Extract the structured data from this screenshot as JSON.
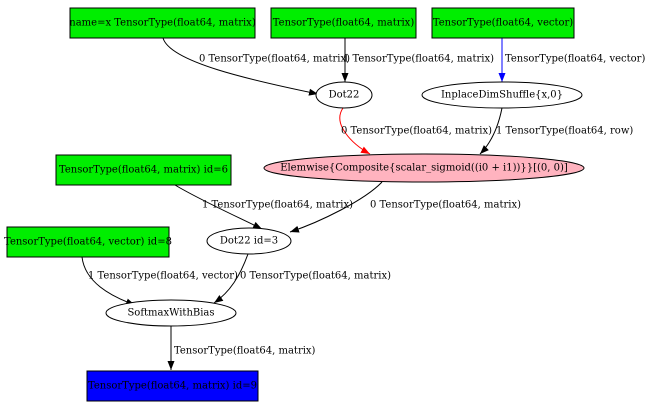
{
  "colors": {
    "input_fill": "#00ee00",
    "output_fill": "#0000ff",
    "apply_fill": "#ffffff",
    "highlight_fill": "#ffb3bf",
    "stroke": "#000000",
    "edge_default": "#000000",
    "edge_red": "#ff0000",
    "edge_blue": "#0000ff"
  },
  "nodes": {
    "x_input": "name=x TensorType(float64, matrix)",
    "matrix_input": "TensorType(float64, matrix)",
    "vector_input": "TensorType(float64, vector)",
    "dot22": "Dot22",
    "dimshuffle": "InplaceDimShuffle{x,0}",
    "elemwise": "Elemwise{Composite{scalar_sigmoid((i0 + i1))}}[(0, 0)]",
    "matrix_id6": "TensorType(float64, matrix) id=6",
    "dot22_id3": "Dot22 id=3",
    "vector_id8": "TensorType(float64, vector) id=8",
    "softmax": "SoftmaxWithBias",
    "output": "TensorType(float64, matrix) id=9"
  },
  "edges": {
    "x_to_dot22": "0 TensorType(float64, matrix)",
    "matrix_to_dot22": "1 TensorType(float64, matrix)",
    "vector_to_dimshuffle": "TensorType(float64, vector)",
    "dot22_to_elemwise": "0 TensorType(float64, matrix)",
    "dimshuffle_to_elemwise": "1 TensorType(float64, row)",
    "id6_to_dot22id3": "1 TensorType(float64, matrix)",
    "elemwise_to_dot22id3": "0 TensorType(float64, matrix)",
    "id8_to_softmax": "1 TensorType(float64, vector)",
    "dot22id3_to_softmax": "0 TensorType(float64, matrix)",
    "softmax_to_output": "TensorType(float64, matrix)"
  }
}
